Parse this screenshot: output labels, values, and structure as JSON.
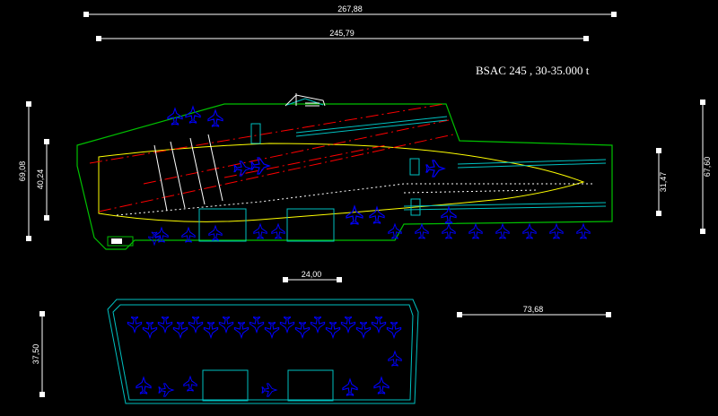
{
  "title": "BSAC 245 , 30-35.000 t",
  "dimensions": {
    "overall_length": "267,88",
    "deck_length": "245,79",
    "overall_beam": "69,08",
    "deck_beam": "40,24",
    "island_width": "31,47",
    "hull_beam": "67,60",
    "elevator": "24,00",
    "hangar_length": "73,68",
    "hangar_width": "37,50"
  },
  "colors": {
    "background": "#000000",
    "deck_outline": "#00c000",
    "hull_outline": "#ffff00",
    "centerline": "#ff0000",
    "aircraft": "#0000ff",
    "equipment": "#00c0c0",
    "dimension": "#ffffff"
  }
}
